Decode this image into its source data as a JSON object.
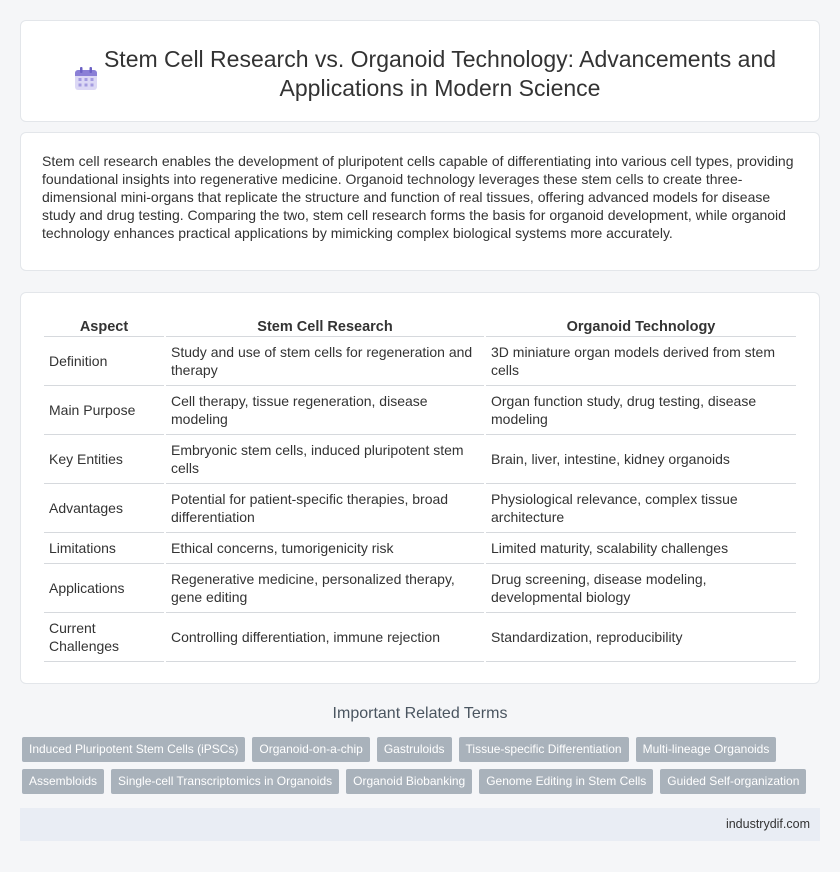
{
  "header": {
    "icon": "calendar-icon",
    "title": "Stem Cell Research vs. Organoid Technology: Advancements and Applications in Modern Science"
  },
  "intro": {
    "text": "Stem cell research enables the development of pluripotent cells capable of differentiating into various cell types, providing foundational insights into regenerative medicine. Organoid technology leverages these stem cells to create three-dimensional mini-organs that replicate the structure and function of real tissues, offering advanced models for disease study and drug testing. Comparing the two, stem cell research forms the basis for organoid development, while organoid technology enhances practical applications by mimicking complex biological systems more accurately."
  },
  "table": {
    "headers": [
      "Aspect",
      "Stem Cell Research",
      "Organoid Technology"
    ],
    "rows": [
      [
        "Definition",
        "Study and use of stem cells for regeneration and therapy",
        "3D miniature organ models derived from stem cells"
      ],
      [
        "Main Purpose",
        "Cell therapy, tissue regeneration, disease modeling",
        "Organ function study, drug testing, disease modeling"
      ],
      [
        "Key Entities",
        "Embryonic stem cells, induced pluripotent stem cells",
        "Brain, liver, intestine, kidney organoids"
      ],
      [
        "Advantages",
        "Potential for patient-specific therapies, broad differentiation",
        "Physiological relevance, complex tissue architecture"
      ],
      [
        "Limitations",
        "Ethical concerns, tumorigenicity risk",
        "Limited maturity, scalability challenges"
      ],
      [
        "Applications",
        "Regenerative medicine, personalized therapy, gene editing",
        "Drug screening, disease modeling, developmental biology"
      ],
      [
        "Current Challenges",
        "Controlling differentiation, immune rejection",
        "Standardization, reproducibility"
      ]
    ]
  },
  "related": {
    "title": "Important Related Terms",
    "row1": [
      "Induced Pluripotent Stem Cells (iPSCs)",
      "Organoid-on-a-chip",
      "Gastruloids",
      "Tissue-specific Differentiation",
      "Multi-lineage Organoids"
    ],
    "row2": [
      "Assembloids",
      "Single-cell Transcriptomics in Organoids",
      "Organoid Biobanking",
      "Genome Editing in Stem Cells",
      "Guided Self-organization"
    ]
  },
  "footer": {
    "site": "industrydif.com"
  },
  "colors": {
    "tag_bg": "#a9b2bb",
    "footer_bg": "#e9edf4",
    "icon_accent": "#8a7fd6"
  }
}
